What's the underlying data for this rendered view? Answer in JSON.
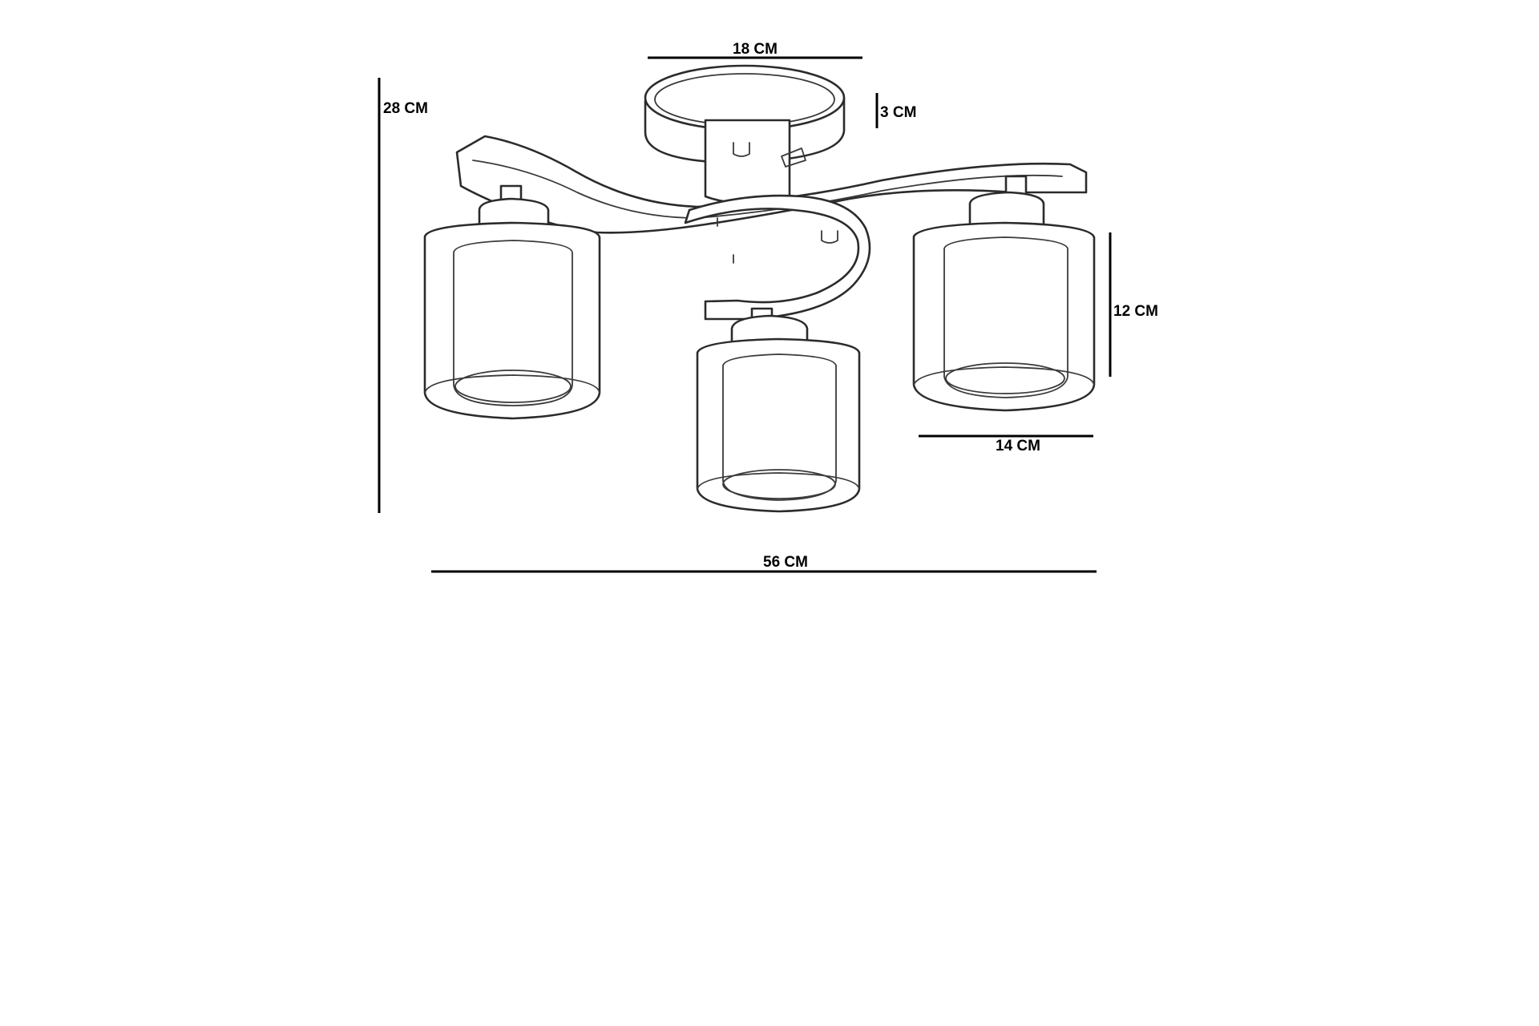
{
  "dimensions": {
    "canopy_width": "18 CM",
    "canopy_height": "3 CM",
    "total_height": "28 CM",
    "shade_height": "12 CM",
    "shade_width": "14 CM",
    "total_width": "56 CM"
  },
  "colors": {
    "line": "#000000",
    "sketch": "#2b2b2b",
    "background": "#ffffff"
  }
}
